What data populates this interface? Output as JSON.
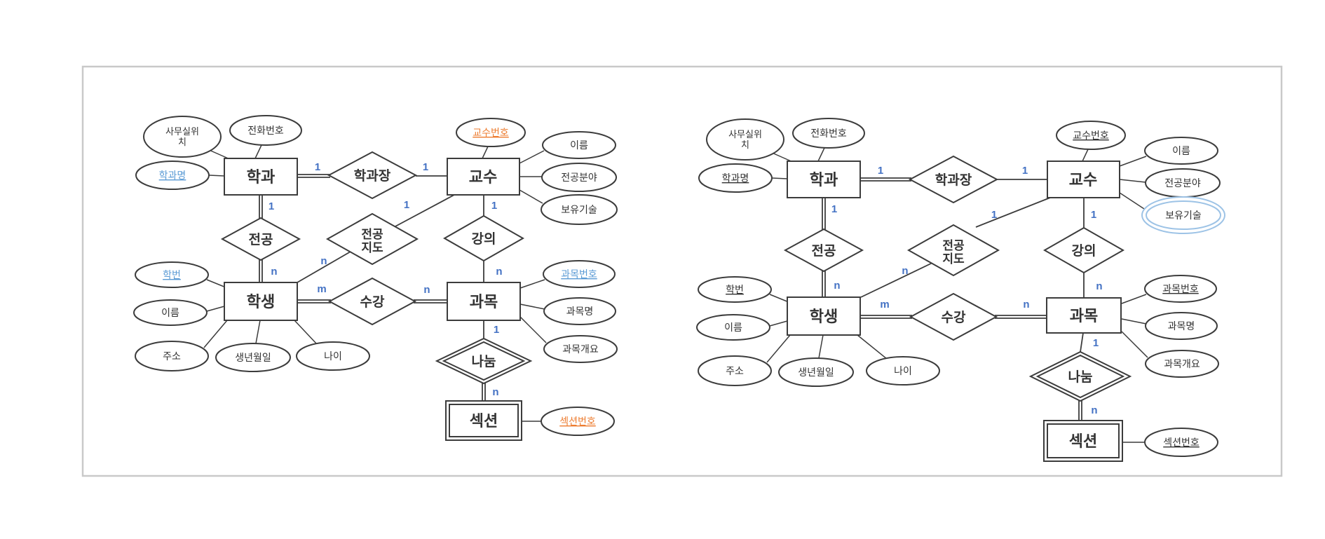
{
  "colors": {
    "key_attribute_blue": "#5B9BD5",
    "key_attribute_orange": "#ED7D31",
    "cardinality_blue": "#4472C4",
    "multivalued_ellipse_blue": "#9DC3E6",
    "frame_border": "#C9C9C9",
    "shape_stroke": "#3C3C3C"
  },
  "labels": {
    "entities": {
      "department": "학과",
      "professor": "교수",
      "student": "학생",
      "course": "과목",
      "section": "섹션"
    },
    "relationships": {
      "dept_head": "학과장",
      "major": "전공",
      "advising_line1": "전공",
      "advising_line2": "지도",
      "lecture": "강의",
      "enrollment": "수강",
      "division": "나눔"
    },
    "attributes": {
      "office_location_line1": "사무실위",
      "office_location_line2": "치",
      "phone": "전화번호",
      "dept_name": "학과명",
      "professor_no": "교수번호",
      "name": "이름",
      "major_field": "전공분야",
      "skills": "보유기술",
      "student_no": "학번",
      "address": "주소",
      "birth_date": "생년월일",
      "age": "나이",
      "course_no": "과목번호",
      "course_name": "과목명",
      "course_overview": "과목개요",
      "section_no": "섹션번호"
    },
    "cardinality": {
      "one": "1",
      "n": "n",
      "m": "m"
    }
  }
}
